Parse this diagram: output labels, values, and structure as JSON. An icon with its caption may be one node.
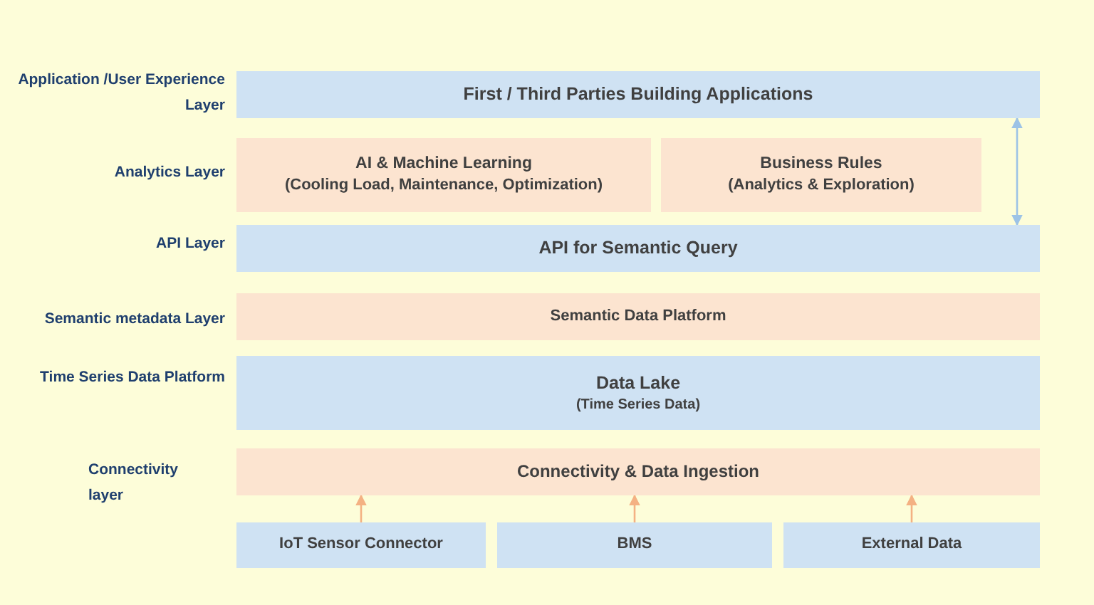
{
  "diagram": {
    "nodes": [
      {
        "text": [
          "First / Third Parties Building Applications"
        ]
      },
      {
        "text": [
          "AI & Machine Learning",
          "(Cooling Load, Maintenance, Optimization)"
        ]
      },
      {
        "text": [
          "Business Rules",
          "(Analytics & Exploration)"
        ]
      },
      {
        "text": [
          "API for Semantic Query"
        ]
      },
      {
        "text": [
          "Semantic Data Platform"
        ]
      },
      {
        "text": [
          "Data Lake",
          "(Time Series Data)"
        ]
      },
      {
        "text": [
          "Connectivity & Data Ingestion"
        ]
      },
      {
        "text": [
          "IoT Sensor Connector"
        ]
      },
      {
        "text": [
          "BMS"
        ]
      },
      {
        "text": [
          "External Data"
        ]
      }
    ],
    "edges": [
      {
        "from": 7,
        "to": 6,
        "arrow": "to"
      },
      {
        "from": 8,
        "to": 6,
        "arrow": "to"
      },
      {
        "from": 9,
        "to": 6,
        "arrow": "to"
      },
      {
        "from": 3,
        "to": 0,
        "arrow": "both",
        "color": "#9dc3e6"
      }
    ],
    "labels": [
      "Application /User Experience Layer",
      "Analytics Layer",
      "API Layer",
      "Semantic metadata Layer",
      "Time Series Data Platform",
      "Connectivity layer"
    ]
  }
}
